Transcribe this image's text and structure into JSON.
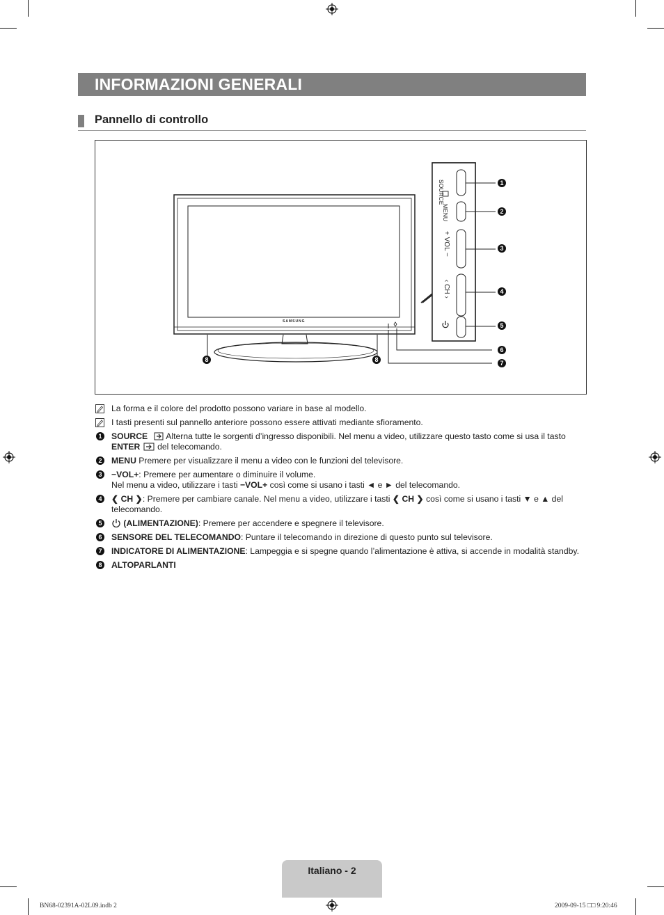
{
  "header": {
    "title": "INFORMAZIONI GENERALI"
  },
  "section": {
    "title": "Pannello di controllo"
  },
  "figure": {
    "brand_logo": "SAMSUNG",
    "panel_labels": [
      "SOURCE",
      "MENU",
      "+ VOL −",
      "‹ CH ›"
    ],
    "callouts": [
      "1",
      "2",
      "3",
      "4",
      "5",
      "6",
      "7",
      "8",
      "8"
    ]
  },
  "notes": [
    "La forma e il colore del prodotto possono variare in base al modello.",
    "I tasti presenti sul pannello anteriore possono essere attivati mediante sfioramento."
  ],
  "items": [
    {
      "num": "1",
      "label": "SOURCE",
      "text": "Alterna tutte le sorgenti d’ingresso disponibili. Nel menu a video, utilizzare questo tasto come si usa il tasto",
      "label2": "ENTER",
      "text2": "del telecomando."
    },
    {
      "num": "2",
      "label": "MENU",
      "text": "Premere per visualizzare il menu a video con le funzioni del televisore."
    },
    {
      "num": "3",
      "label": "−VOL+",
      "text": ": Premere per aumentare o diminuire il volume.",
      "line2a": "Nel menu a video, utilizzare i tasti",
      "label2": "−VOL+",
      "line2b": "così come si usano i tasti ◄ e ► del telecomando."
    },
    {
      "num": "4",
      "label": "CH",
      "text": ": Premere per cambiare canale. Nel menu a video, utilizzare i tasti",
      "label2": "CH",
      "text2": "così come si usano i tasti ▼ e ▲ del telecomando."
    },
    {
      "num": "5",
      "label": "(ALIMENTAZIONE)",
      "text": ": Premere per accendere e spegnere il televisore."
    },
    {
      "num": "6",
      "label": "SENSORE DEL TELECOMANDO",
      "text": ": Puntare il telecomando in direzione di questo punto sul televisore."
    },
    {
      "num": "7",
      "label": "INDICATORE DI ALIMENTAZIONE",
      "text": ": Lampeggia e si spegne quando l’alimentazione è attiva, si accende in modalità standby."
    },
    {
      "num": "8",
      "label": "ALTOPARLANTI"
    }
  ],
  "footer": {
    "page_label": "Italiano - 2",
    "slug_left": "BN68-02391A-02L09.indb   2",
    "slug_right": "2009-09-15   □□ 9:20:46"
  },
  "colors": {
    "title_bar": "#808080",
    "footer_tab": "#c9c9c9"
  }
}
